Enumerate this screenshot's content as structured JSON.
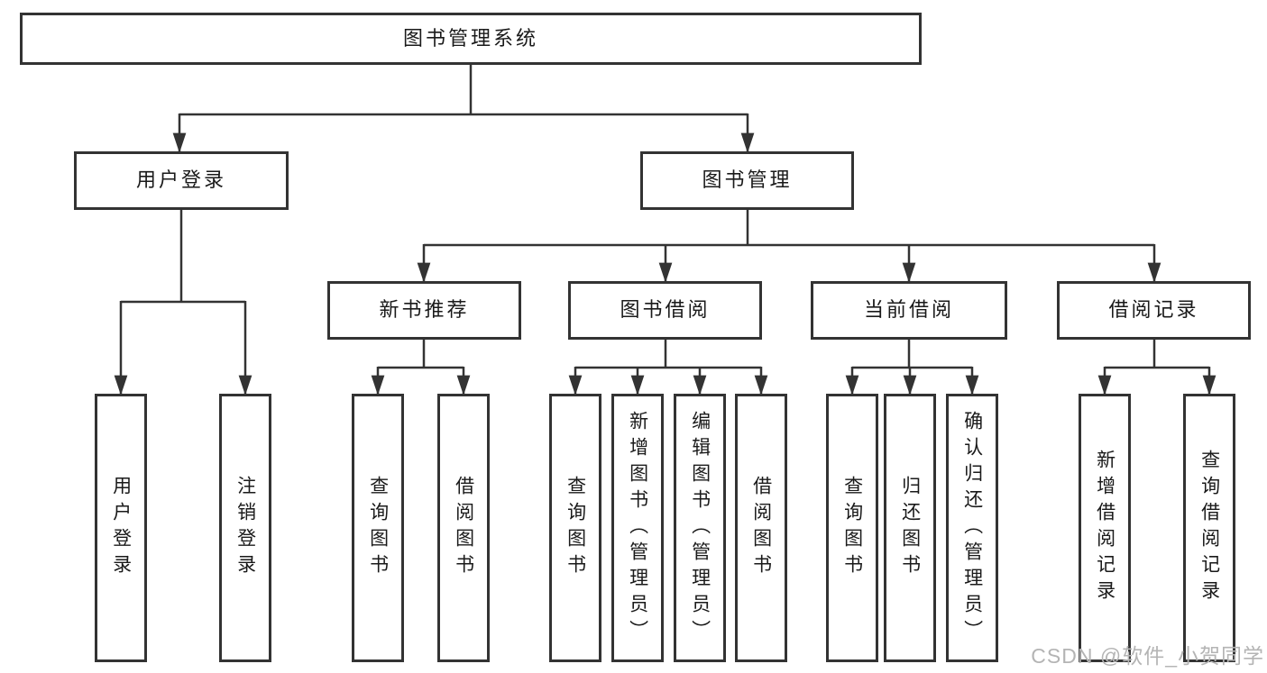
{
  "tree": {
    "root": {
      "label": "图书管理系统"
    },
    "branches": [
      {
        "label": "用户登录",
        "children": [
          {
            "label": "用户登录"
          },
          {
            "label": "注销登录"
          }
        ]
      },
      {
        "label": "图书管理",
        "groups": [
          {
            "label": "新书推荐",
            "children": [
              {
                "label": "查询图书"
              },
              {
                "label": "借阅图书"
              }
            ]
          },
          {
            "label": "图书借阅",
            "children": [
              {
                "label": "查询图书"
              },
              {
                "label": "新增图书（管理员）"
              },
              {
                "label": "编辑图书（管理员）"
              },
              {
                "label": "借阅图书"
              }
            ]
          },
          {
            "label": "当前借阅",
            "children": [
              {
                "label": "查询图书"
              },
              {
                "label": "归还图书"
              },
              {
                "label": "确认归还（管理员）"
              }
            ]
          },
          {
            "label": "借阅记录",
            "children": [
              {
                "label": "新增借阅记录"
              },
              {
                "label": "查询借阅记录"
              }
            ]
          }
        ]
      }
    ]
  },
  "watermark": {
    "text": "CSDN @软件_小贺同学"
  },
  "colors": {
    "line": "#333333",
    "border": "#333333",
    "text": "#1a1a1a",
    "watermark": "#b4b4b4",
    "background": "#ffffff"
  }
}
